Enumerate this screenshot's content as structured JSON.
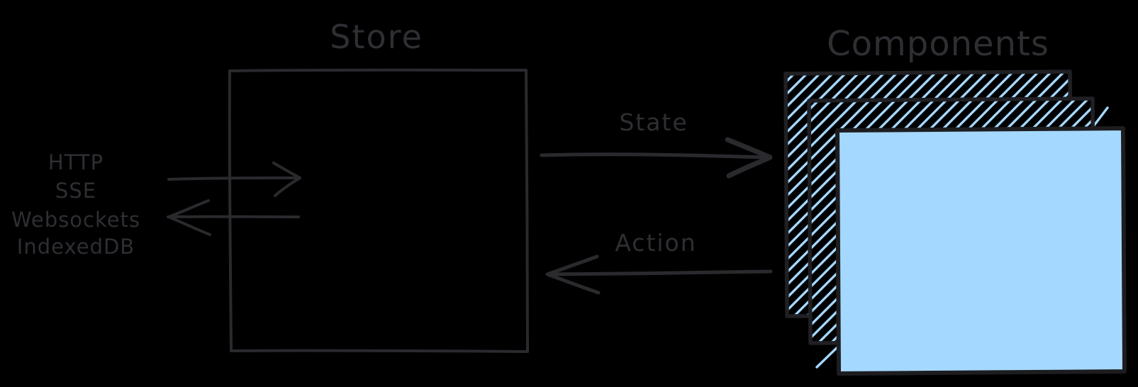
{
  "diagram": {
    "background_color": "#000000",
    "ink_color": "#2a2a2e",
    "store": {
      "title": "Store"
    },
    "components": {
      "title": "Components",
      "card_count": 3,
      "fill_color": "#a5d8ff"
    },
    "flows": {
      "state_label": "State",
      "action_label": "Action"
    },
    "external_sources": [
      "HTTP",
      "SSE",
      "Websockets",
      "IndexedDB"
    ]
  }
}
